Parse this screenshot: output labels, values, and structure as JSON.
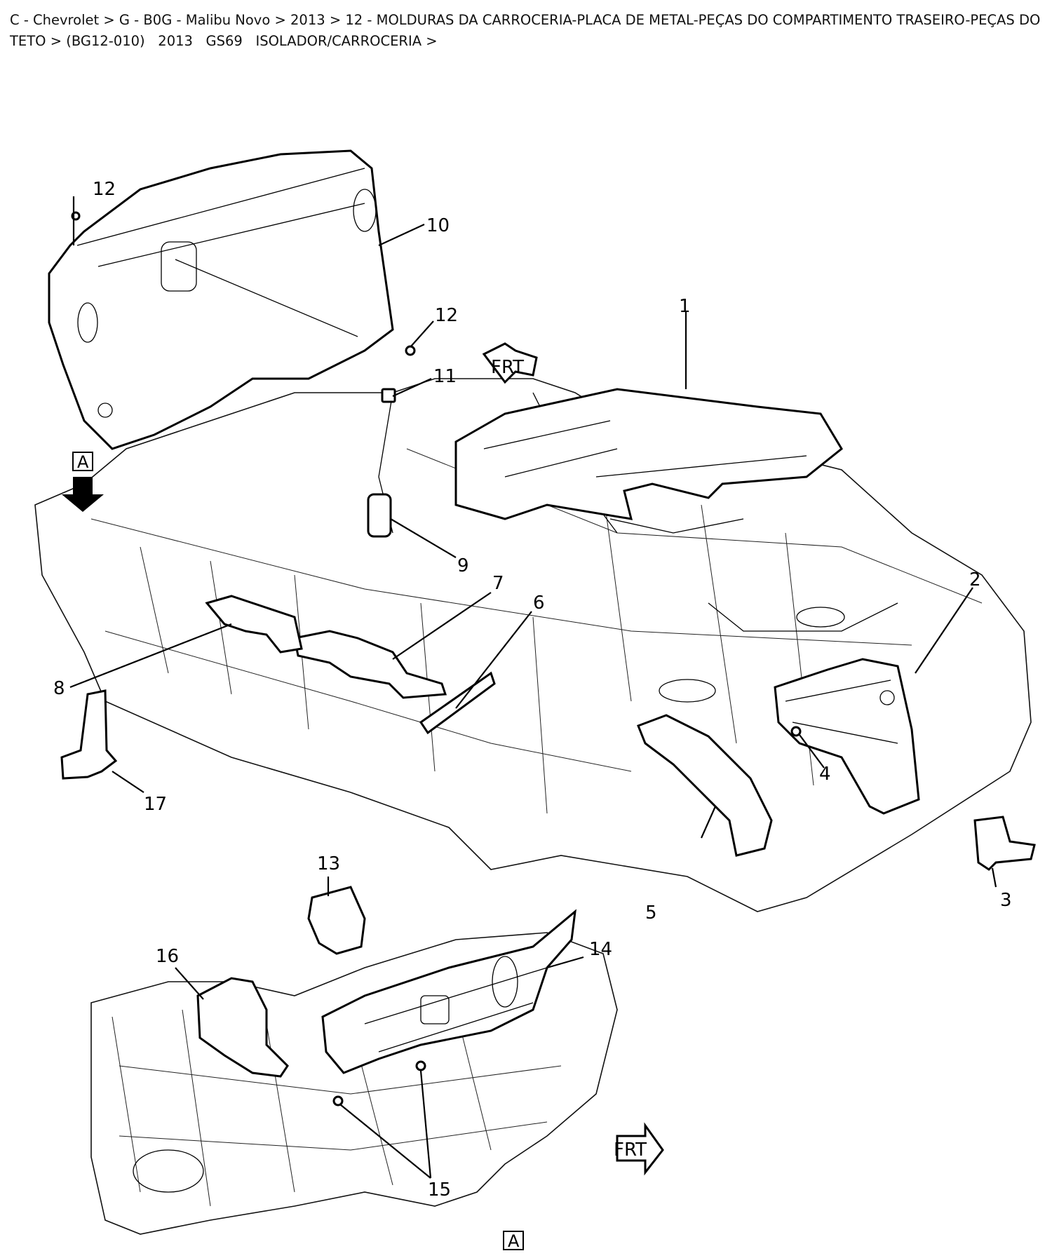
{
  "breadcrumb": {
    "text": "C - Chevrolet > G - B0G - Malibu Novo > 2013 > 12 - MOLDURAS DA CARROCERIA-PLACA DE METAL-PEÇAS DO COMPARTIMENTO TRASEIRO-PEÇAS DO TETO > (BG12-010)",
    "year": "2013",
    "code": "GS69",
    "category": "ISOLADOR/CARROCERIA >"
  },
  "diagram": {
    "callouts": {
      "c1": "1",
      "c2": "2",
      "c3": "3",
      "c4": "4",
      "c5": "5",
      "c6": "6",
      "c7": "7",
      "c8": "8",
      "c9": "9",
      "c10": "10",
      "c11": "11",
      "c12a": "12",
      "c12b": "12",
      "c13": "13",
      "c14": "14",
      "c15": "15",
      "c16": "16",
      "c17": "17"
    },
    "view_marker_top": "A",
    "view_marker_bottom": "A",
    "front_arrow_label": "FRT"
  }
}
